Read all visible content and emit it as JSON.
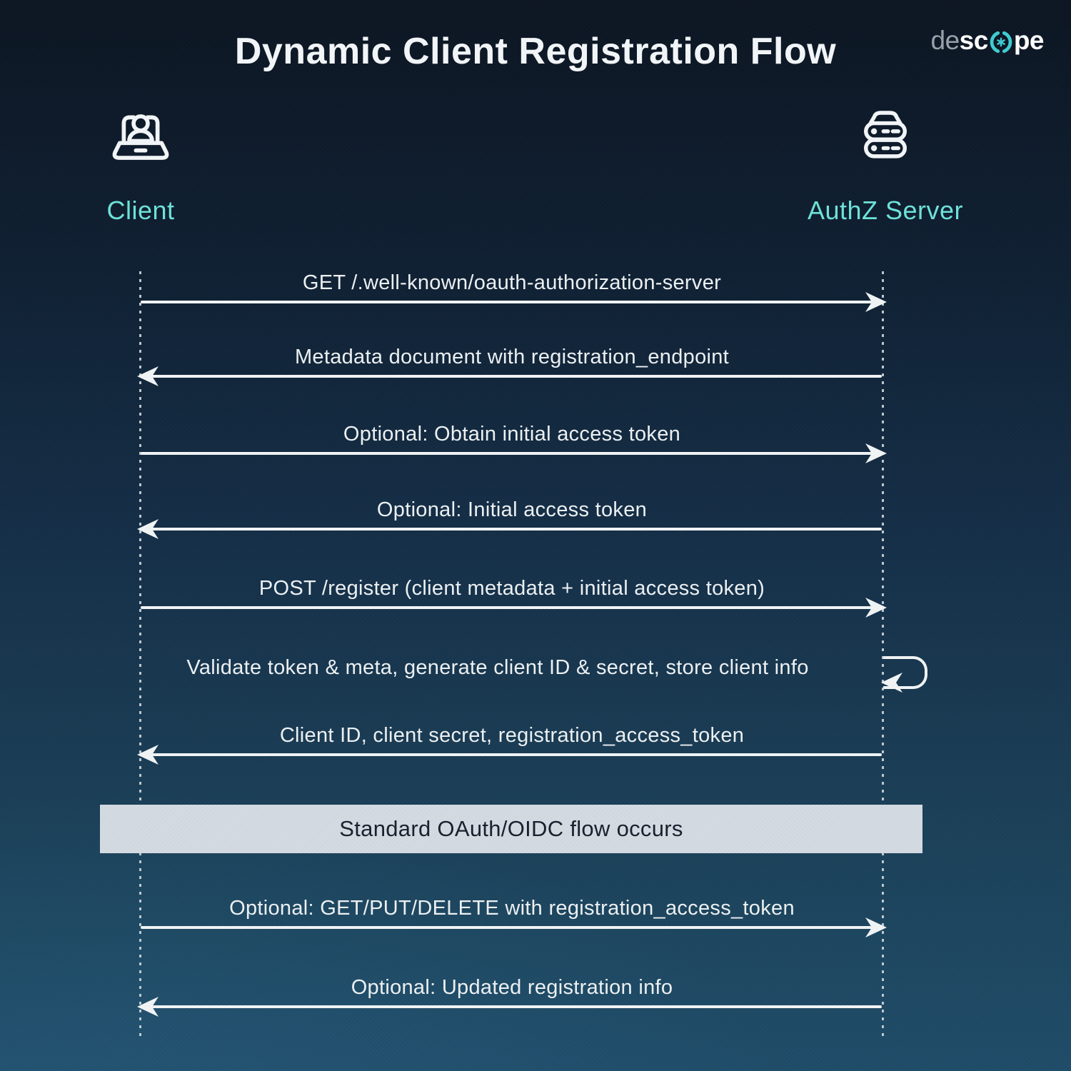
{
  "title": "Dynamic Client Registration Flow",
  "logo": {
    "part_light": "de",
    "part_bold_1": "sc",
    "part_bold_2": "pe"
  },
  "actors": [
    {
      "id": "client",
      "label": "Client",
      "icon": "laptop-user-icon"
    },
    {
      "id": "authz-server",
      "label": "AuthZ Server",
      "icon": "server-stack-icon"
    }
  ],
  "messages": [
    {
      "type": "arrow",
      "direction": "right",
      "from": "client",
      "to": "authz-server",
      "label": "GET /.well-known/oauth-authorization-server"
    },
    {
      "type": "arrow",
      "direction": "left",
      "from": "authz-server",
      "to": "client",
      "label": "Metadata document with registration_endpoint"
    },
    {
      "type": "arrow",
      "direction": "right",
      "from": "client",
      "to": "authz-server",
      "label": "Optional: Obtain initial access token"
    },
    {
      "type": "arrow",
      "direction": "left",
      "from": "authz-server",
      "to": "client",
      "label": "Optional: Initial access token"
    },
    {
      "type": "arrow",
      "direction": "right",
      "from": "client",
      "to": "authz-server",
      "label": "POST /register (client metadata + initial access token)"
    },
    {
      "type": "self",
      "direction": "self",
      "from": "authz-server",
      "to": "authz-server",
      "label": "Validate token & meta, generate client ID & secret, store client info"
    },
    {
      "type": "arrow",
      "direction": "left",
      "from": "authz-server",
      "to": "client",
      "label": "Client ID, client secret, registration_access_token"
    },
    {
      "type": "band",
      "label": "Standard OAuth/OIDC flow occurs"
    },
    {
      "type": "arrow",
      "direction": "right",
      "from": "client",
      "to": "authz-server",
      "label": "Optional: GET/PUT/DELETE with registration_access_token"
    },
    {
      "type": "arrow",
      "direction": "left",
      "from": "authz-server",
      "to": "client",
      "label": "Optional: Updated registration info"
    }
  ],
  "colors": {
    "background_top": "#0c1522",
    "background_bottom": "#1f4c69",
    "accent_teal": "#6fe3da",
    "logo_teal": "#3fced2",
    "logo_gray": "#99a2ab",
    "line_white": "#f2f5f6",
    "band_background": "#d5dbe2",
    "band_text": "#17202d",
    "lifeline_gray": "#ccd5db"
  }
}
